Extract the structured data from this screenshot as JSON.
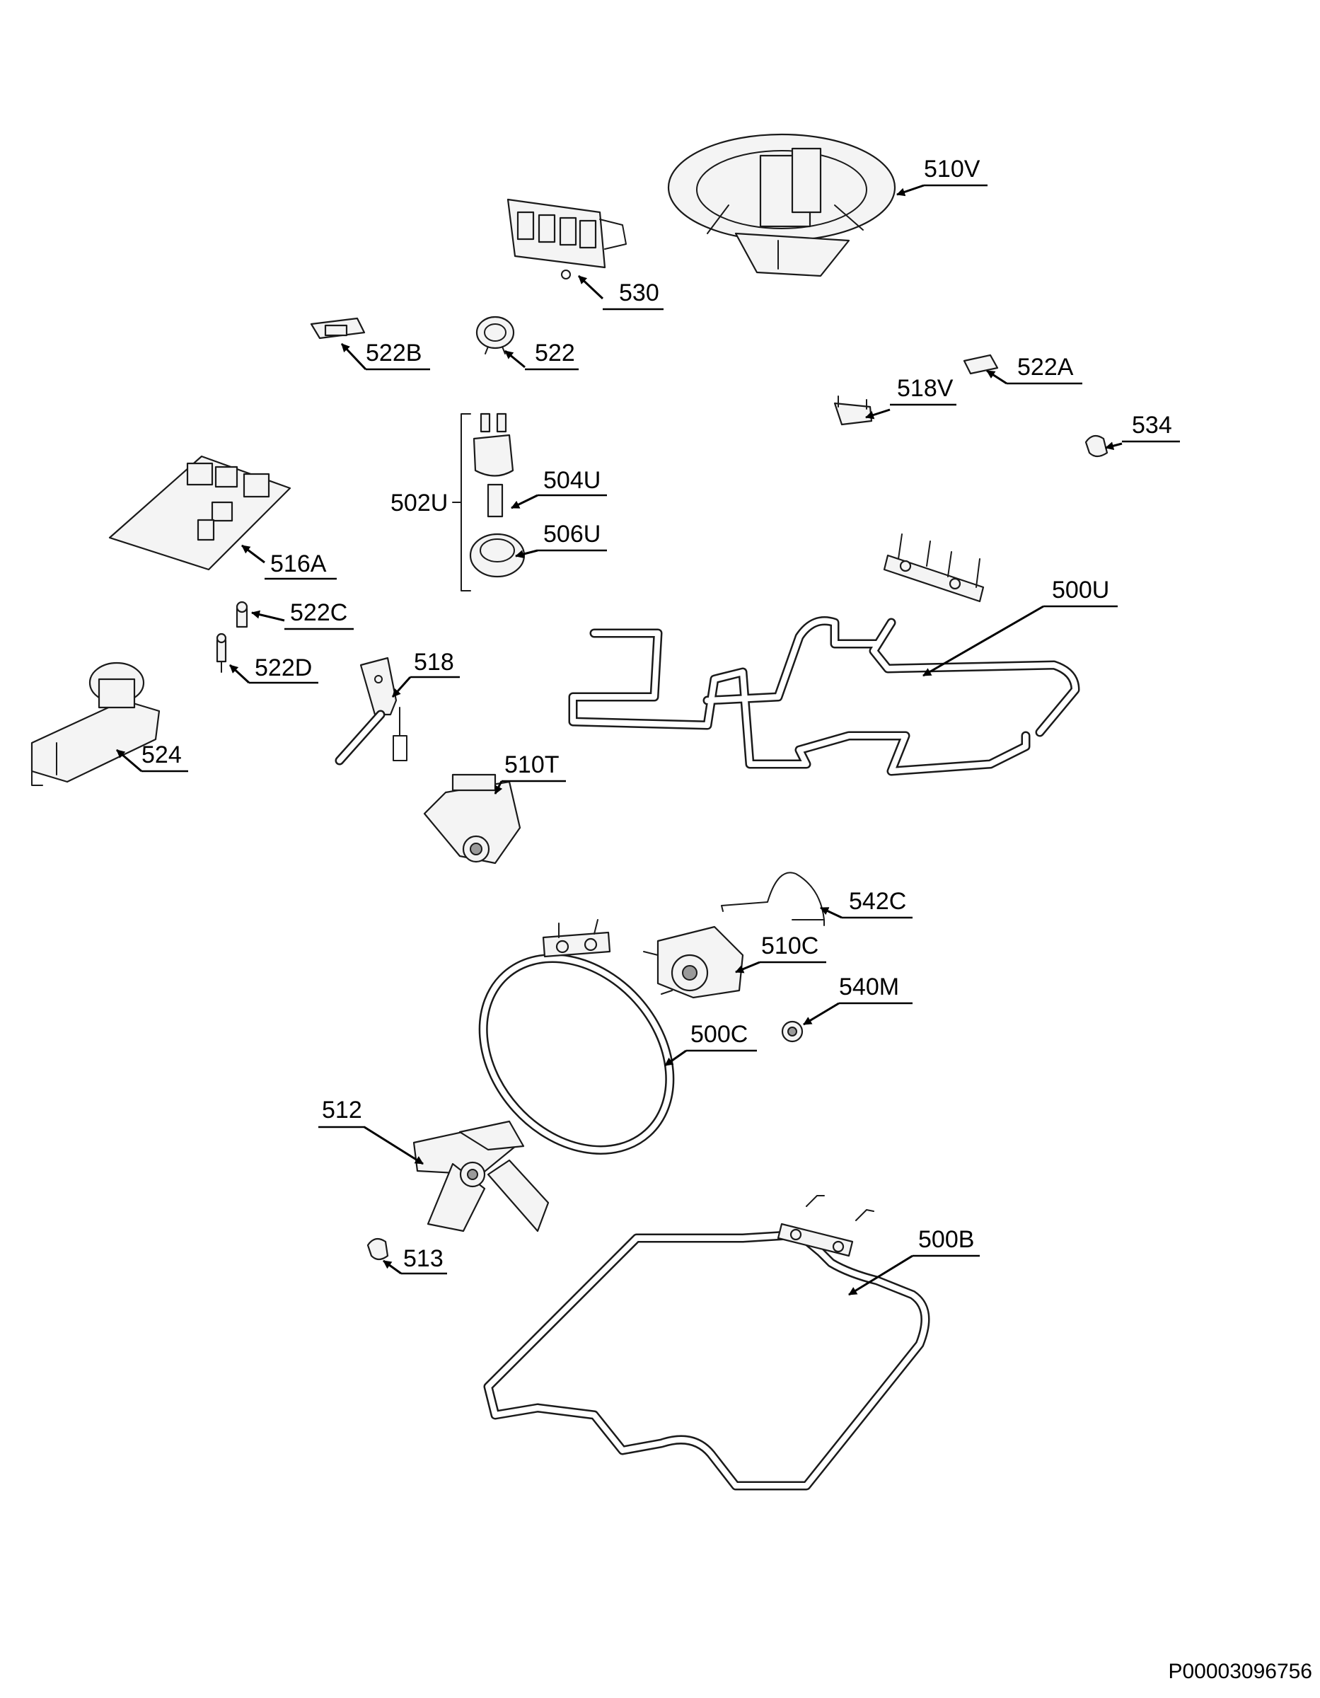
{
  "parts": {
    "p510V": "510V",
    "p530": "530",
    "p522B": "522B",
    "p522": "522",
    "p522A": "522A",
    "p518V": "518V",
    "p534": "534",
    "p502U": "502U",
    "p504U": "504U",
    "p506U": "506U",
    "p516A": "516A",
    "p500U": "500U",
    "p522C": "522C",
    "p522D": "522D",
    "p518": "518",
    "p524": "524",
    "p510T": "510T",
    "p542C": "542C",
    "p510C": "510C",
    "p540M": "540M",
    "p500C": "500C",
    "p512": "512",
    "p513": "513",
    "p500B": "500B"
  },
  "document_ref": "P00003096756"
}
